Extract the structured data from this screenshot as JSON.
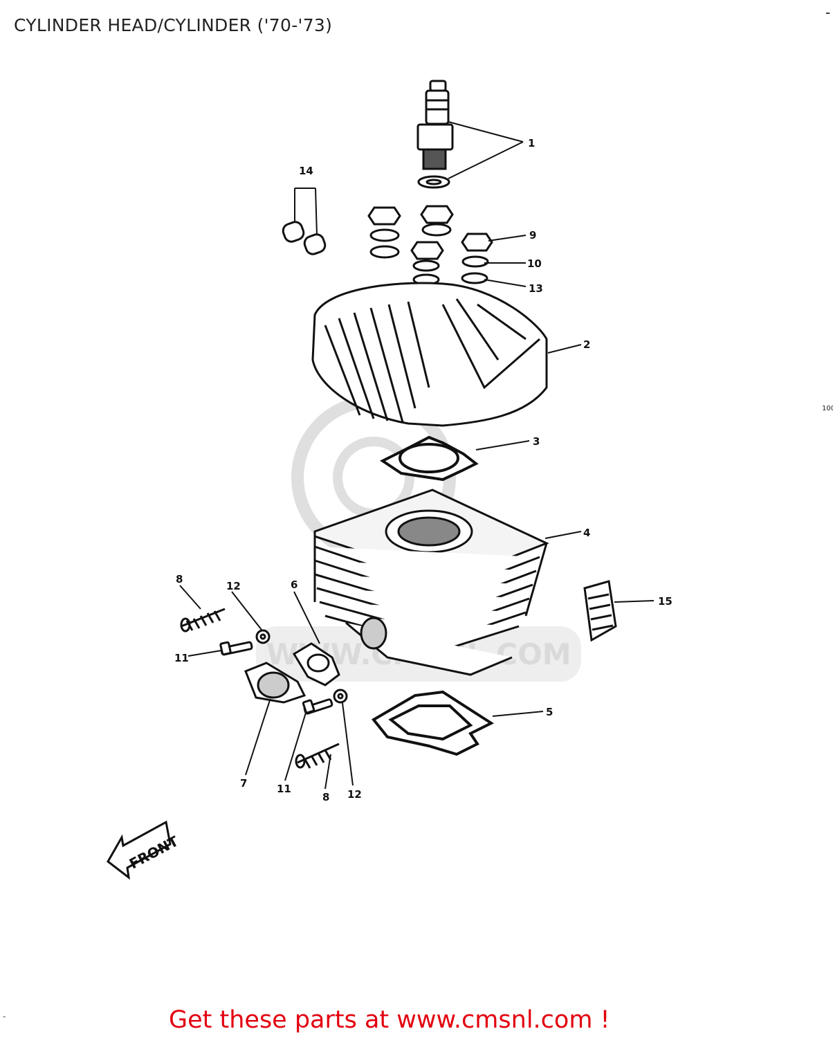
{
  "page": {
    "title": "CYLINDER HEAD/CYLINDER ('70-'73)",
    "corner_mark": "-",
    "side_number": "100",
    "footer_text": "Get these parts at www.cmsnl.com !",
    "page_mark": "-"
  },
  "diagram": {
    "front_label": "FRONT",
    "watermark_text": "WWW.CMSNL.COM",
    "callouts": [
      "1",
      "14",
      "9",
      "10",
      "13",
      "2",
      "3",
      "4",
      "8",
      "12",
      "6",
      "15",
      "11",
      "5",
      "7",
      "11",
      "8",
      "12"
    ]
  },
  "colors": {
    "footer": "#e3000f",
    "line": "#111111",
    "watermark": "#d6d6d6"
  }
}
